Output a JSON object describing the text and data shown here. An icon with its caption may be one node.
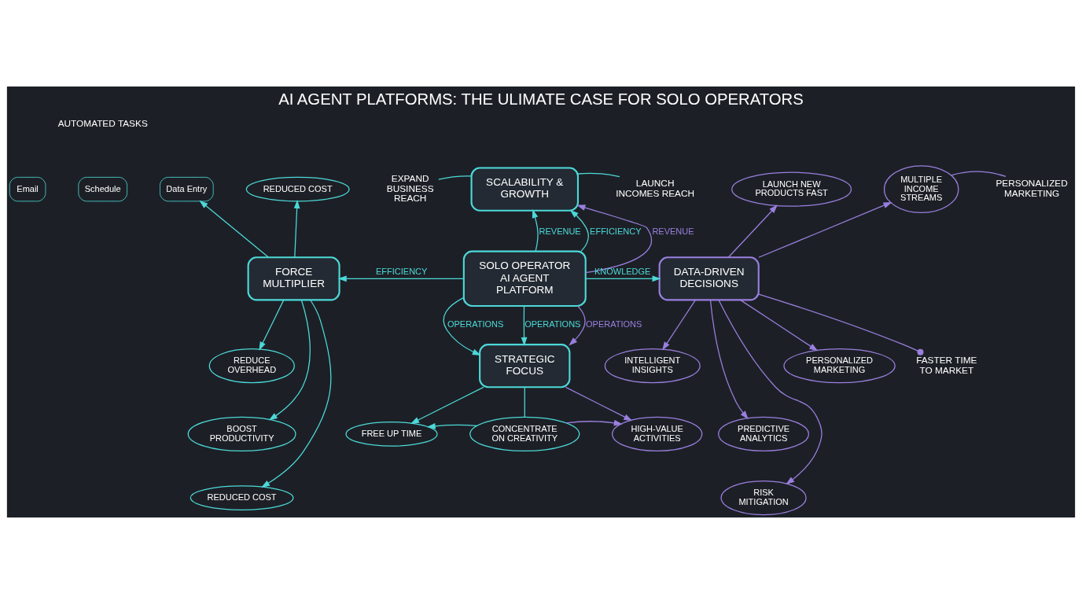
{
  "diagram": {
    "title": "AI AGENT PLATFORMS: THE ULIMATE CASE FOR SOLO OPERATORS",
    "nodes": [
      {
        "text": [
          "SOLO OPERATOR",
          "AI AGENT PLATFORM"
        ]
      },
      {
        "text": [
          "SCALABILITY & GROWTH"
        ]
      },
      {
        "text": [
          "FORCE MULTIPLIER"
        ]
      },
      {
        "text": [
          "DATA-DRIVEN DECISIONS"
        ]
      },
      {
        "text": [
          "STRATEGIC FOCUS"
        ]
      },
      {
        "text": [
          "EXPAND BUSINESS REACH"
        ]
      },
      {
        "text": [
          "LAUNCH INCOMES REACH"
        ]
      },
      {
        "text": [
          "REDUCED COST"
        ]
      },
      {
        "text": [
          "Email"
        ]
      },
      {
        "text": [
          "Schedule"
        ]
      },
      {
        "text": [
          "Data Entry"
        ]
      },
      {
        "text": [
          "REDUCE OVERHEAD"
        ]
      },
      {
        "text": [
          "BOOST PRODUCTIVITY"
        ]
      },
      {
        "text": [
          "REDUCED COST"
        ]
      },
      {
        "text": [
          "LAUNCH NEW PRODUCTS FAST"
        ]
      },
      {
        "text": [
          "MULTIPLE INCOME STREAMS"
        ]
      },
      {
        "text": [
          "PERSONALIZED MARKETING"
        ]
      },
      {
        "text": [
          "INTELLIGENT INSIGHTS"
        ]
      },
      {
        "text": [
          "PREDICTIVE ANALYTICS"
        ]
      },
      {
        "text": [
          "RISK MITIGATION"
        ]
      },
      {
        "text": [
          "PERSONALIZED MARKETING"
        ]
      },
      {
        "text": [
          "FASTER TIME TO MARKET"
        ]
      },
      {
        "text": [
          "FREE UP TIME"
        ]
      },
      {
        "text": [
          "CONCENTRATE ON CREATIVITY"
        ]
      },
      {
        "text": [
          "HIGH-VALUE ACTIVITIES"
        ]
      }
    ],
    "edges": [
      {
        "from": 0,
        "to": 1,
        "arrow": "to",
        "label": "REVENUE"
      },
      {
        "from": 0,
        "to": 1,
        "arrow": "to",
        "label": "EFFICIENCY"
      },
      {
        "from": 0,
        "to": 1,
        "arrow": "to",
        "label": "REVENUE",
        "color": "#9b7fe0"
      },
      {
        "from": 0,
        "to": 2,
        "arrow": "to",
        "label": "EFFICIENCY"
      },
      {
        "from": 0,
        "to": 3,
        "arrow": "to",
        "label": "KNOWLEDGE"
      },
      {
        "from": 0,
        "to": 4,
        "arrow": "to",
        "label": "OPERATIONS"
      },
      {
        "from": 0,
        "to": 4,
        "arrow": "to",
        "label": "OPERATIONS"
      },
      {
        "from": 0,
        "to": 4,
        "arrow": "to",
        "label": "OPERATIONS",
        "color": "#9b7fe0"
      },
      {
        "from": 5,
        "to": 1,
        "arrow": "none"
      },
      {
        "from": 1,
        "to": 6,
        "arrow": "none"
      },
      {
        "from": 2,
        "to": 7,
        "arrow": "to"
      },
      {
        "from": 2,
        "to": 10,
        "arrow": "to"
      },
      {
        "from": 2,
        "to": 11,
        "arrow": "to"
      },
      {
        "from": 2,
        "to": 12,
        "arrow": "to"
      },
      {
        "from": 2,
        "to": 13,
        "arrow": "to"
      },
      {
        "from": 3,
        "to": 14,
        "arrow": "to",
        "color": "#9b7fe0"
      },
      {
        "from": 3,
        "to": 15,
        "arrow": "to",
        "color": "#9b7fe0"
      },
      {
        "from": 15,
        "to": 16,
        "arrow": "none",
        "color": "#9b7fe0"
      },
      {
        "from": 3,
        "to": 17,
        "arrow": "to",
        "color": "#9b7fe0"
      },
      {
        "from": 3,
        "to": 18,
        "arrow": "to",
        "color": "#9b7fe0"
      },
      {
        "from": 3,
        "to": 19,
        "arrow": "to",
        "color": "#9b7fe0"
      },
      {
        "from": 3,
        "to": 20,
        "arrow": "to",
        "color": "#9b7fe0"
      },
      {
        "from": 3,
        "to": 21,
        "arrow": "other",
        "color": "#9b7fe0"
      },
      {
        "from": 4,
        "to": 22,
        "arrow": "to"
      },
      {
        "from": 4,
        "to": 24,
        "arrow": "to",
        "color": "#9b7fe0"
      },
      {
        "from": 4,
        "to": 23,
        "arrow": "none"
      },
      {
        "from": 23,
        "to": 22,
        "arrow": "to"
      },
      {
        "from": 23,
        "to": 24,
        "arrow": "to",
        "color": "#9b7fe0"
      }
    ],
    "labels": [
      "AUTOMATED TASKS"
    ]
  }
}
